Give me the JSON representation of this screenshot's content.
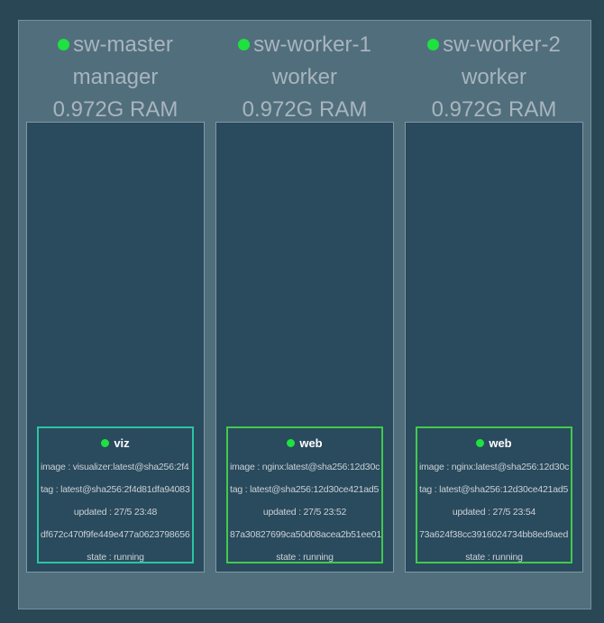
{
  "colors": {
    "body_bg": "#2a4755",
    "panel_bg": "#516e7d",
    "panel_border": "#76909d",
    "node_box_bg": "#2a4a5d",
    "node_box_border": "#8298a4",
    "status_dot_green": "#1de23f",
    "task_border_teal": "#2bc5a4",
    "task_border_green": "#41ca4e",
    "header_text": "#a9b5bd",
    "task_text": "#c9d2d7",
    "task_title_text": "#ffffff"
  },
  "nodes": [
    {
      "name": "sw-master",
      "role": "manager",
      "ram": "0.972G RAM",
      "status_icon": "green-dot-icon",
      "task": {
        "name": "viz",
        "status_icon": "green-dot-icon",
        "border_color": "#2bc5a4",
        "rows": [
          "image : visualizer:latest@sha256:2f4",
          "tag : latest@sha256:2f4d81dfa94083",
          "updated : 27/5 23:48",
          "df672c470f9fe449e477a0623798656",
          "state : running"
        ]
      }
    },
    {
      "name": "sw-worker-1",
      "role": "worker",
      "ram": "0.972G RAM",
      "status_icon": "green-dot-icon",
      "task": {
        "name": "web",
        "status_icon": "green-dot-icon",
        "border_color": "#41ca4e",
        "rows": [
          "image : nginx:latest@sha256:12d30c",
          "tag : latest@sha256:12d30ce421ad5",
          "updated : 27/5 23:52",
          "87a30827699ca50d08acea2b51ee01",
          "state : running"
        ]
      }
    },
    {
      "name": "sw-worker-2",
      "role": "worker",
      "ram": "0.972G RAM",
      "status_icon": "green-dot-icon",
      "task": {
        "name": "web",
        "status_icon": "green-dot-icon",
        "border_color": "#41ca4e",
        "rows": [
          "image : nginx:latest@sha256:12d30c",
          "tag : latest@sha256:12d30ce421ad5",
          "updated : 27/5 23:54",
          "73a624f38cc3916024734bb8ed9aed",
          "state : running"
        ]
      }
    }
  ]
}
